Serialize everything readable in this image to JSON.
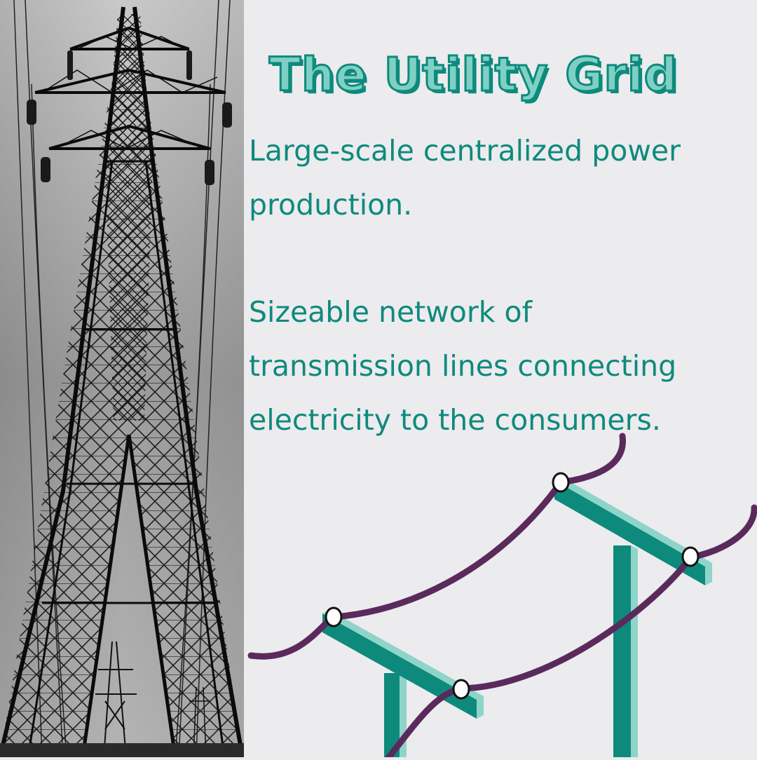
{
  "title": "The Utility Grid",
  "paragraphs": [
    "Large-scale centralized power\nproduction.",
    "Sizeable network of\ntransmission lines connecting\nelectricity to the consumers."
  ],
  "colors": {
    "background": "#ecebee",
    "text_teal": "#0e8a7d",
    "title_fill": "#7fd0c4",
    "pole_dark": "#0d8a7c",
    "pole_light": "#8fd4c8",
    "wire": "#5a2a5c"
  },
  "images": {
    "photo": "black-and-white photo of a high-voltage transmission tower",
    "illustration": "teal utility poles with purple power lines"
  }
}
